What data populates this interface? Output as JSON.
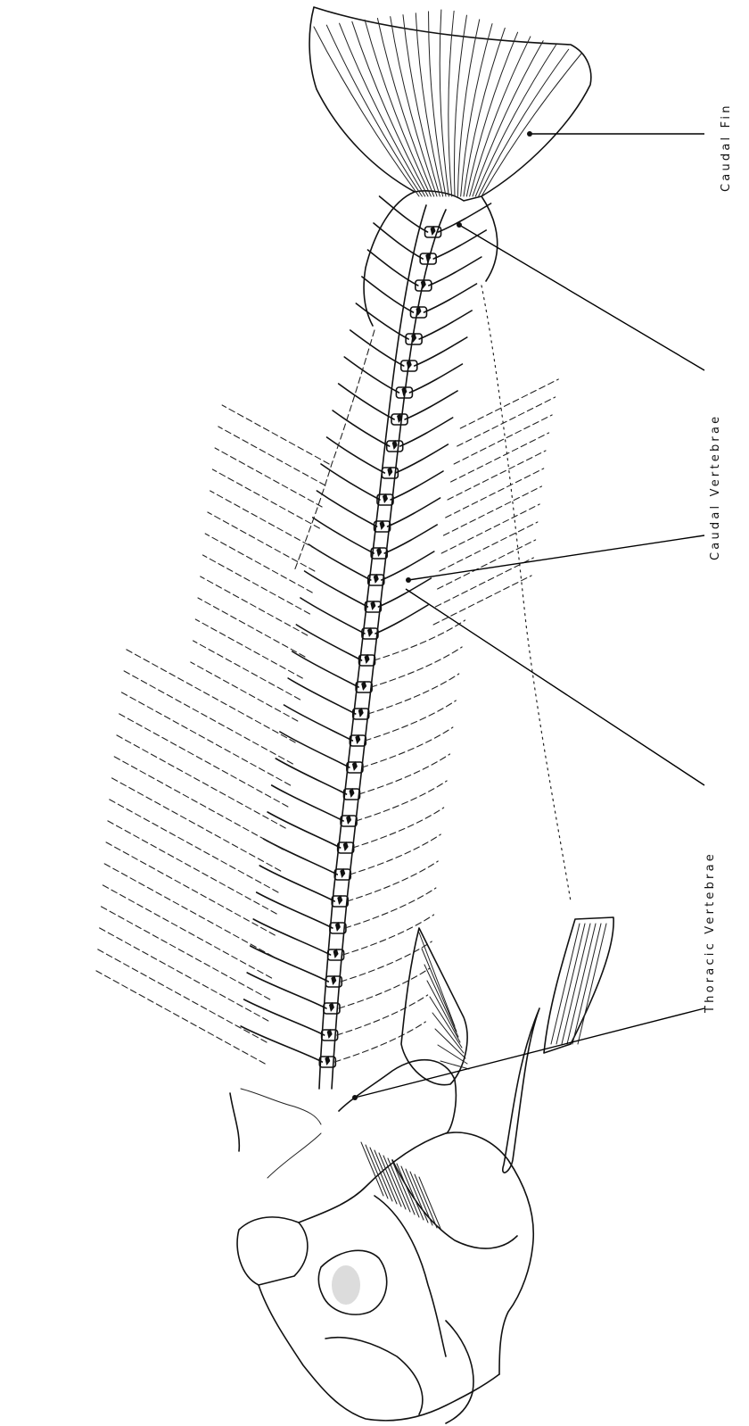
{
  "labels": {
    "caudal_fin": "Caudal Fin",
    "caudal_vertebrae": "Caudal Vertebrae",
    "thoracic_vertebrae": "Thoracic Vertebrae"
  }
}
